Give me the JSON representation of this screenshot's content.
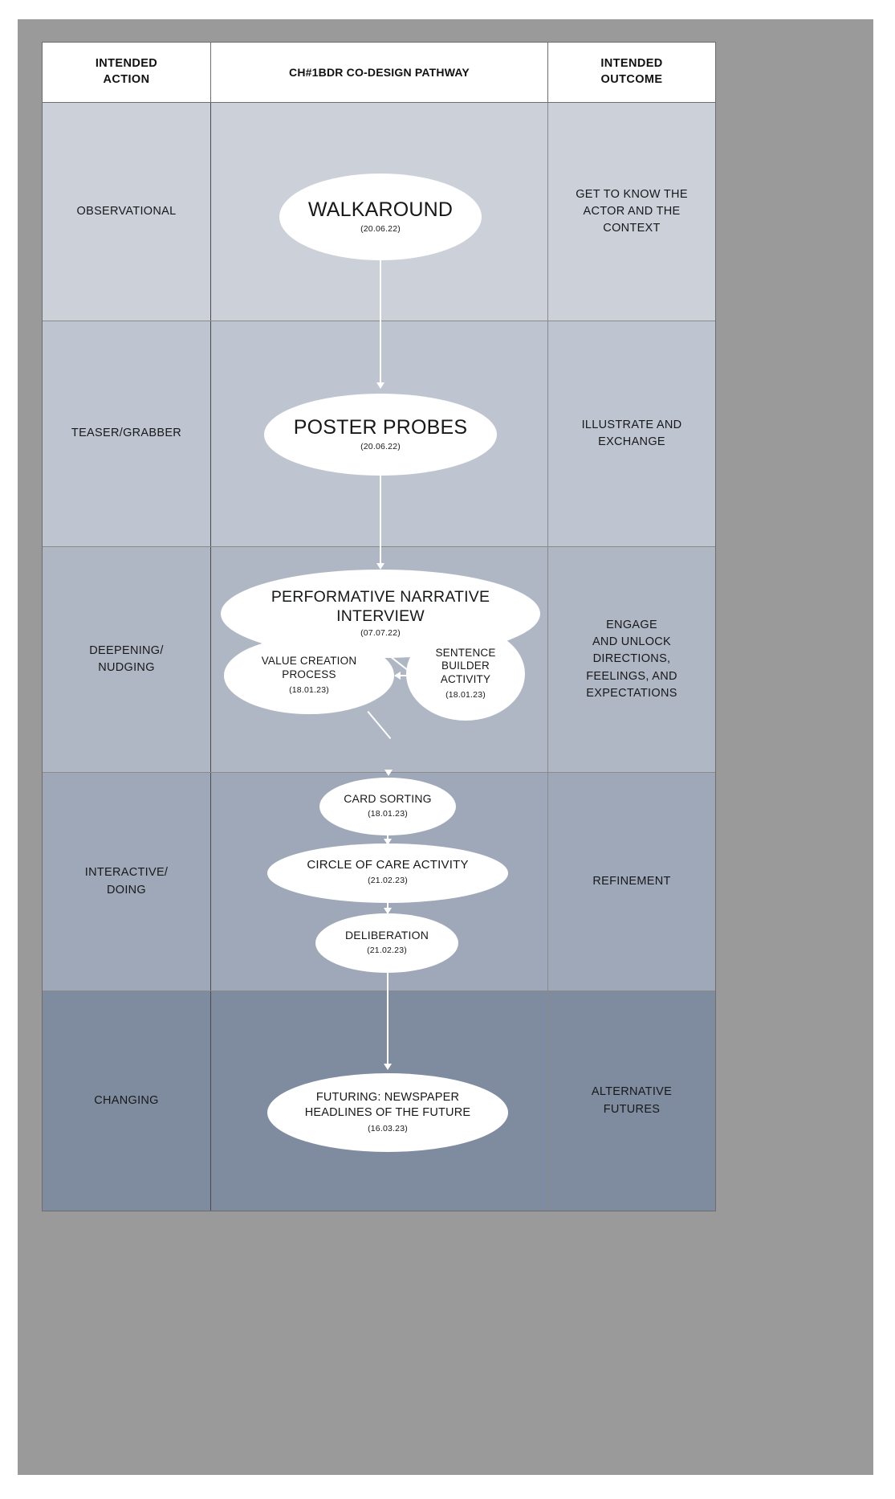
{
  "diagram": {
    "headers": {
      "left": "INTENDED\nACTION",
      "left_line1": "INTENDED",
      "left_line2": "ACTION",
      "middle": "CH#1BDR CO-DESIGN PATHWAY",
      "right_line1": "INTENDED",
      "right_line2": "OUTCOME"
    },
    "rows": [
      {
        "action": "OBSERVATIONAL",
        "outcome": "GET TO KNOW THE ACTOR AND THE CONTEXT",
        "shade": "#ccd0d9",
        "nodes": [
          {
            "name": "walkaround",
            "label": "WALKAROUND",
            "date": "(20.06.22)"
          }
        ]
      },
      {
        "action": "TEASER/GRABBER",
        "outcome": "ILLUSTRATE AND EXCHANGE",
        "shade": "#bfc5d0",
        "nodes": [
          {
            "name": "poster-probes",
            "label": "POSTER PROBES",
            "date": "(20.06.22)"
          }
        ]
      },
      {
        "action": "DEEPENING/ NUDGING",
        "action_line1": "DEEPENING/",
        "action_line2": "NUDGING",
        "outcome": "ENGAGE AND UNLOCK DIRECTIONS, FEELINGS, AND EXPECTATIONS",
        "shade": "#b0b7c4",
        "nodes": [
          {
            "name": "performative-narrative-interview",
            "label_line1": "PERFORMATIVE NARRATIVE",
            "label_line2": "INTERVIEW",
            "date": "(07.07.22)"
          },
          {
            "name": "value-creation-process",
            "label_line1": "VALUE CREATION",
            "label_line2": "PROCESS",
            "date": "(18.01.23)"
          },
          {
            "name": "sentence-builder-activity",
            "label_line1": "SENTENCE",
            "label_line2": "BUILDER",
            "label_line3": "ACTIVITY",
            "date": "(18.01.23)"
          }
        ]
      },
      {
        "action": "INTERACTIVE/ DOING",
        "action_line1": "INTERACTIVE/",
        "action_line2": "DOING",
        "outcome": "REFINEMENT",
        "shade": "#9fa8b8",
        "nodes": [
          {
            "name": "card-sorting",
            "label": "CARD SORTING",
            "date": "(18.01.23)"
          },
          {
            "name": "circle-of-care-activity",
            "label": "CIRCLE OF CARE ACTIVITY",
            "date": "(21.02.23)"
          },
          {
            "name": "deliberation",
            "label": "DELIBERATION",
            "date": "(21.02.23)"
          }
        ]
      },
      {
        "action": "CHANGING",
        "outcome": "ALTERNATIVE FUTURES",
        "shade": "#7f8b9e",
        "nodes": [
          {
            "name": "futuring-newspaper-headlines",
            "label_line1": "FUTURING: NEWSPAPER",
            "label_line2": "HEADLINES OF THE FUTURE",
            "date": "(16.03.23)"
          }
        ]
      }
    ],
    "outcomes_text": {
      "r1_l1": "GET TO KNOW THE",
      "r1_l2": "ACTOR AND THE",
      "r1_l3": "CONTEXT",
      "r2_l1": "ILLUSTRATE AND",
      "r2_l2": "EXCHANGE",
      "r3_l1": "ENGAGE",
      "r3_l2": "AND UNLOCK",
      "r3_l3": "DIRECTIONS,",
      "r3_l4": "FEELINGS, AND",
      "r3_l5": "EXPECTATIONS",
      "r4_l1": "REFINEMENT",
      "r5_l1": "ALTERNATIVE",
      "r5_l2": "FUTURES"
    },
    "colors": {
      "mat": "#9a9a9a",
      "node_fill": "#ffffff",
      "connector": "#ffffff",
      "text": "#17181a"
    }
  }
}
